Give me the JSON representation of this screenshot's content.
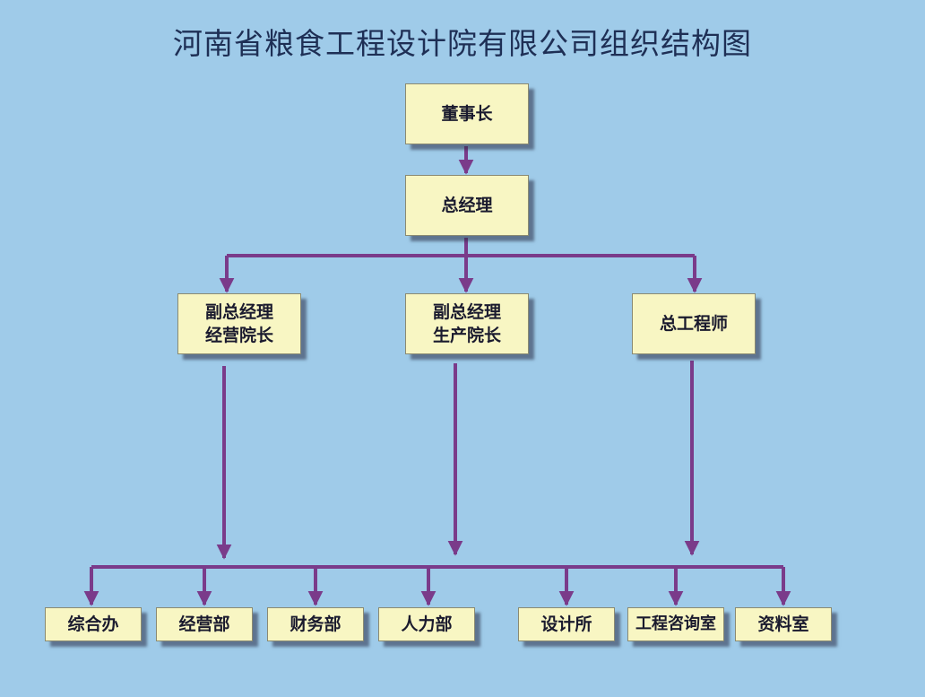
{
  "title": "河南省粮食工程设计院有限公司组织结构图",
  "colors": {
    "background": "#9fcbe9",
    "box_fill": "#f8f6c3",
    "connector": "#7a3b8a",
    "title_text": "#1e2f55"
  },
  "nodes": {
    "chairman": "董事长",
    "general_manager": "总经理",
    "deputy_business": [
      "副总经理",
      "经营院长"
    ],
    "deputy_production": [
      "副总经理",
      "生产院长"
    ],
    "chief_engineer": "总工程师",
    "departments": [
      "综合办",
      "经营部",
      "财务部",
      "人力部",
      "设计所",
      "工程咨询室",
      "资料室"
    ]
  }
}
